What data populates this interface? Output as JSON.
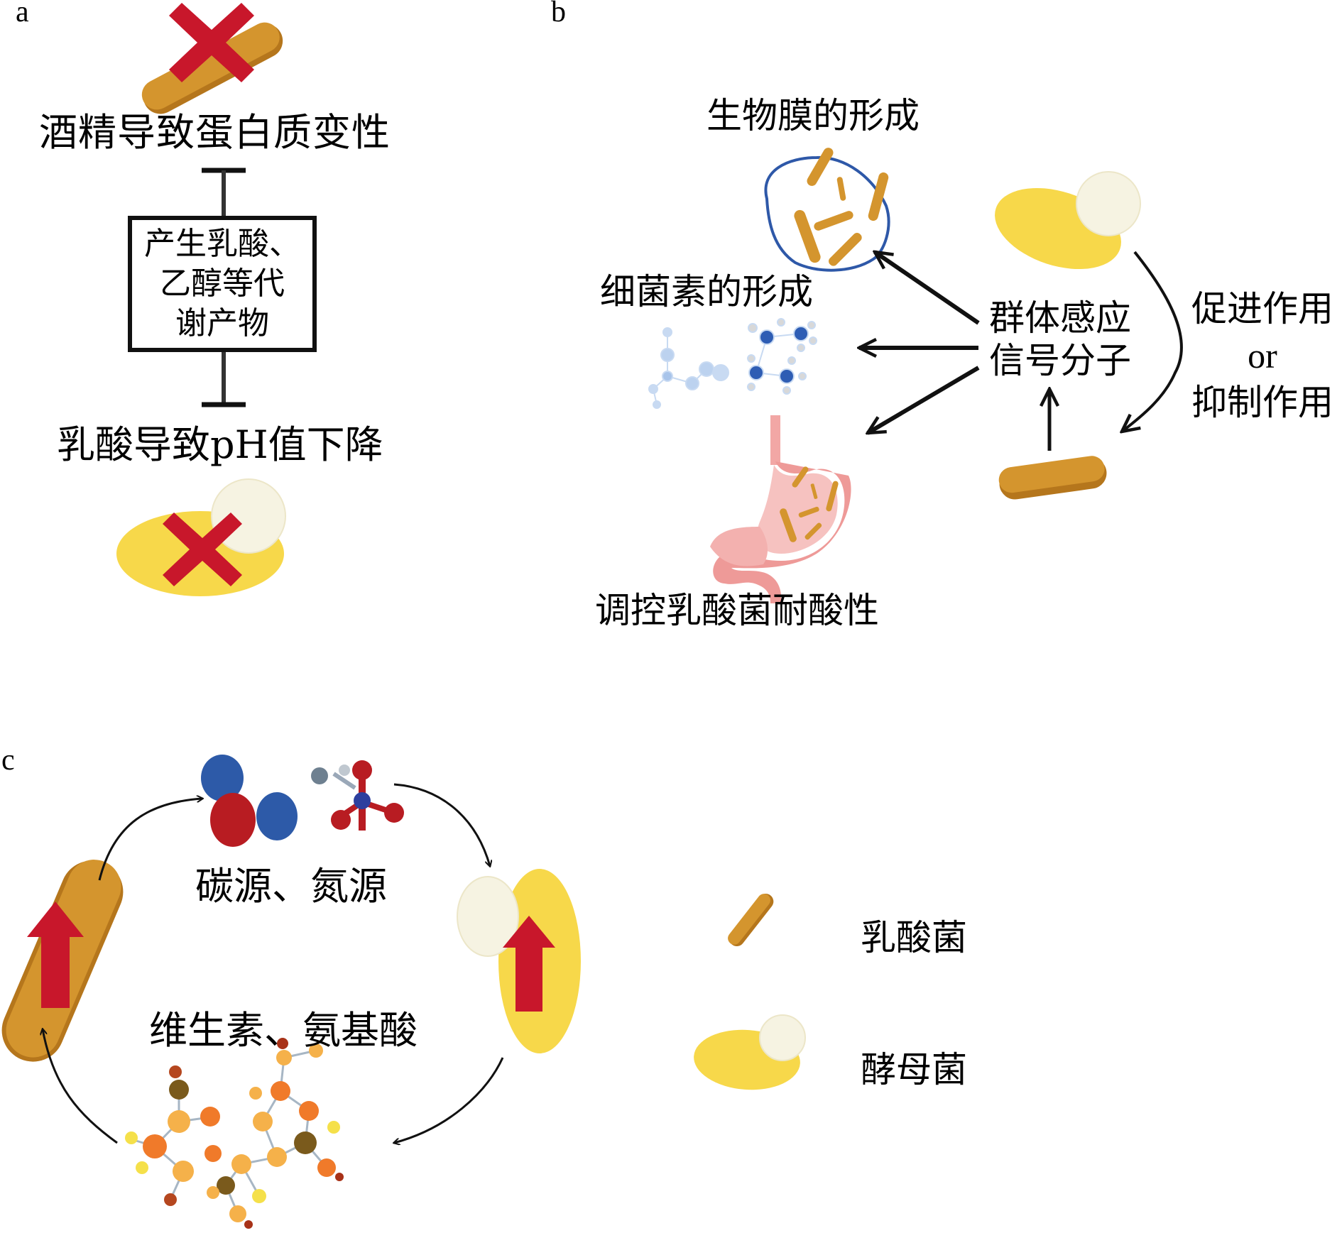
{
  "figure": {
    "panel_labels": {
      "a": "a",
      "b": "b",
      "c": "c"
    },
    "panel_a": {
      "top_effect": "酒精导致蛋白质变性",
      "box_lines": [
        "产生乳酸、",
        "乙醇等代",
        "谢产物"
      ],
      "bottom_effect": "乳酸导致pH值下降",
      "inhibition_symbol": "⊥"
    },
    "panel_b": {
      "center_lines": [
        "群体感应",
        "信号分子"
      ],
      "outcomes": [
        "生物膜的形成",
        "细菌素的形成",
        "调控乳酸菌耐酸性"
      ],
      "interaction_lines": [
        "促进作用",
        "or",
        "抑制作用"
      ]
    },
    "panel_c": {
      "upper_exchange": "碳源、氮源",
      "lower_exchange": "维生素、氨基酸"
    },
    "legend": [
      {
        "label": "乳酸菌",
        "icon": "lactic-acid-bacteria-rod-icon"
      },
      {
        "label": "酵母菌",
        "icon": "yeast-cell-icon"
      }
    ],
    "colors": {
      "rod": "#d4952e",
      "rod_shadow": "#b5761c",
      "yeast": "#f7d84a",
      "yeast_bud": "#f6f3e2",
      "cross": "#c8172b",
      "up_arrow": "#c8172b",
      "biofilm_border": "#2e58a8",
      "stomach": "#ee9a98",
      "molecule_blue": "#2e5db4",
      "molecule_red": "#b81c22",
      "molecule_orange": "#f08a2a"
    }
  }
}
